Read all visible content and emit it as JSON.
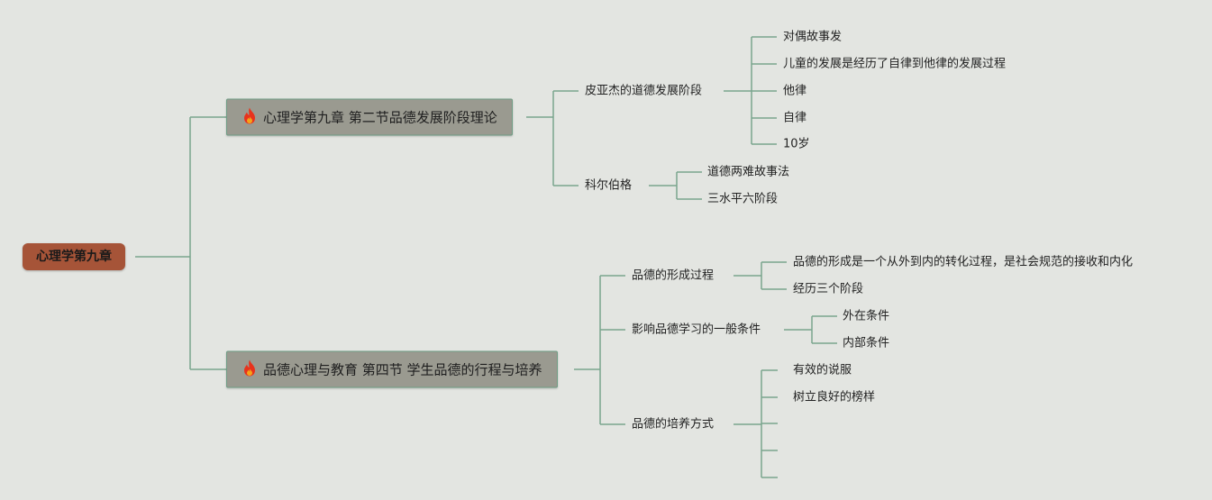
{
  "mindmap": {
    "root": "心理学第九章",
    "branch1": {
      "icon": "fire-icon",
      "title": "心理学第九章 第二节品德发展阶段理论",
      "piaget": {
        "label": "皮亚杰的道德发展阶段",
        "items": [
          "对偶故事发",
          "儿童的发展是经历了自律到他律的发展过程",
          "他律",
          "自律",
          "10岁"
        ]
      },
      "kohlberg": {
        "label": "科尔伯格",
        "items": [
          "道德两难故事法",
          "三水平六阶段"
        ]
      }
    },
    "branch2": {
      "icon": "fire-icon",
      "title": "品德心理与教育 第四节 学生品德的行程与培养",
      "formation": {
        "label": "品德的形成过程",
        "items": [
          "品德的形成是一个从外到内的转化过程，是社会规范的接收和内化",
          "经历三个阶段"
        ]
      },
      "conditions": {
        "label": "影响品德学习的一般条件",
        "items": [
          "外在条件",
          "内部条件"
        ]
      },
      "cultivation": {
        "label": "品德的培养方式",
        "items": [
          "有效的说服",
          "树立良好的榜样",
          "",
          "",
          ""
        ]
      }
    },
    "colors": {
      "background": "#e3e5e1",
      "root_fill": "#a65438",
      "main_fill": "#9a9a90",
      "connector": "#7aa58e"
    }
  }
}
